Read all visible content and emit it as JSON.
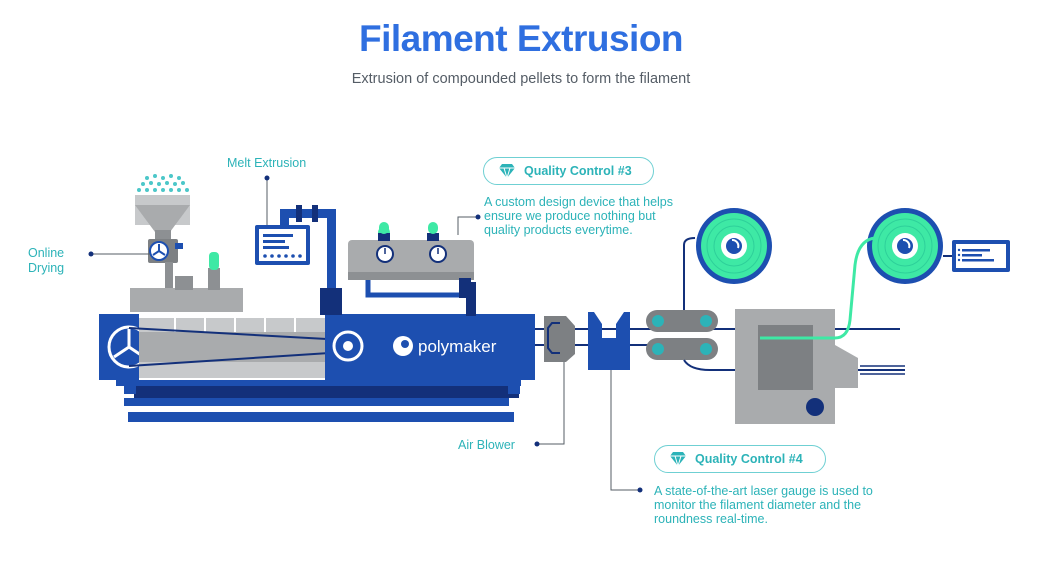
{
  "header": {
    "title": "Filament Extrusion",
    "subtitle": "Extrusion of compounded pellets to form the filament"
  },
  "labels": {
    "online_drying": "Online\nDrying",
    "melt_extrusion": "Melt Extrusion",
    "air_blower": "Air Blower"
  },
  "quality_control_3": {
    "title": "Quality Control #3",
    "description": "A custom design device that helps ensure we produce nothing but quality products everytime."
  },
  "quality_control_4": {
    "title": "Quality Control #4",
    "description": "A state-of-the-art laser gauge is used to monitor the filament diameter and the roundness real-time."
  },
  "brand": {
    "name": "polymaker"
  },
  "colors": {
    "title": "#2f6fe0",
    "machine_blue": "#1d4fb0",
    "dark_navy": "#13307a",
    "gray": "#a9abad",
    "dark_gray": "#7d8083",
    "teal": "#2cb3b8",
    "green": "#3ee9a5"
  }
}
